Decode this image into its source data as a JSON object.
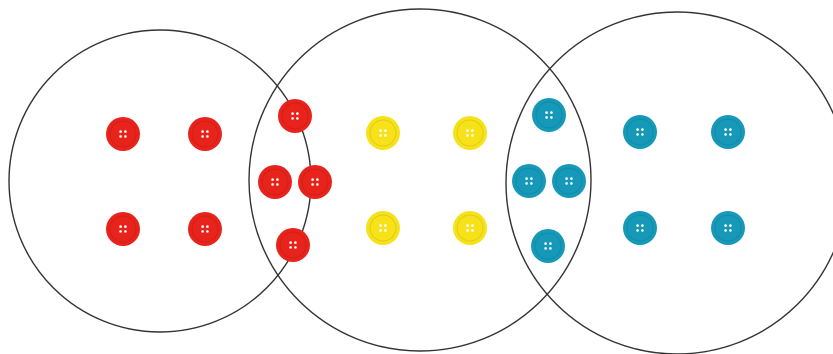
{
  "diagram": {
    "type": "overlapping-circles-with-buttons",
    "circle_count": 3,
    "colors": {
      "background": "#ffffff",
      "outline": "#333333",
      "red": "#e8231c",
      "yellow": "#f7e21a",
      "teal": "#1699b8"
    },
    "circles": [
      {
        "name": "circle-left",
        "buttons": [
          {
            "color": "red",
            "region": "left-only"
          },
          {
            "color": "red",
            "region": "left-only"
          },
          {
            "color": "red",
            "region": "left-only"
          },
          {
            "color": "red",
            "region": "left-only"
          }
        ]
      },
      {
        "name": "circle-middle",
        "buttons": [
          {
            "color": "yellow",
            "region": "middle-only"
          },
          {
            "color": "yellow",
            "region": "middle-only"
          },
          {
            "color": "yellow",
            "region": "middle-only"
          },
          {
            "color": "yellow",
            "region": "middle-only"
          }
        ]
      },
      {
        "name": "circle-right",
        "buttons": [
          {
            "color": "teal",
            "region": "right-only"
          },
          {
            "color": "teal",
            "region": "right-only"
          },
          {
            "color": "teal",
            "region": "right-only"
          },
          {
            "color": "teal",
            "region": "right-only"
          }
        ]
      }
    ],
    "overlaps": [
      {
        "name": "overlap-left-middle",
        "buttons": [
          {
            "color": "red"
          },
          {
            "color": "red"
          },
          {
            "color": "red"
          },
          {
            "color": "red"
          }
        ]
      },
      {
        "name": "overlap-middle-right",
        "buttons": [
          {
            "color": "teal"
          },
          {
            "color": "teal"
          },
          {
            "color": "teal"
          },
          {
            "color": "teal"
          }
        ]
      }
    ]
  }
}
